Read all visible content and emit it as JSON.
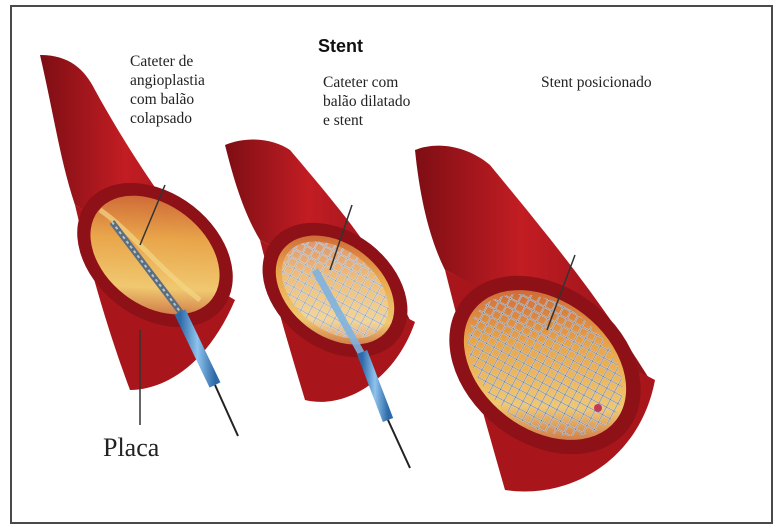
{
  "diagram": {
    "title": "Stent",
    "labels": [
      "Cateter de\nangioplastia\ncom balão\ncolapsado",
      "Cateter com\nbalão dilatado\ne stent",
      "Stent posicionado"
    ],
    "plaque_label": "Placa"
  },
  "colors": {
    "artery_dark": "#7d0e14",
    "artery": "#b5171e",
    "artery_light": "#d9443e",
    "plaque": "#e8a33a",
    "stent": "#b9bcc4",
    "catheter": "#4f8fc9"
  },
  "icons": [
    "artery-vessel",
    "balloon-catheter",
    "mesh-stent"
  ]
}
